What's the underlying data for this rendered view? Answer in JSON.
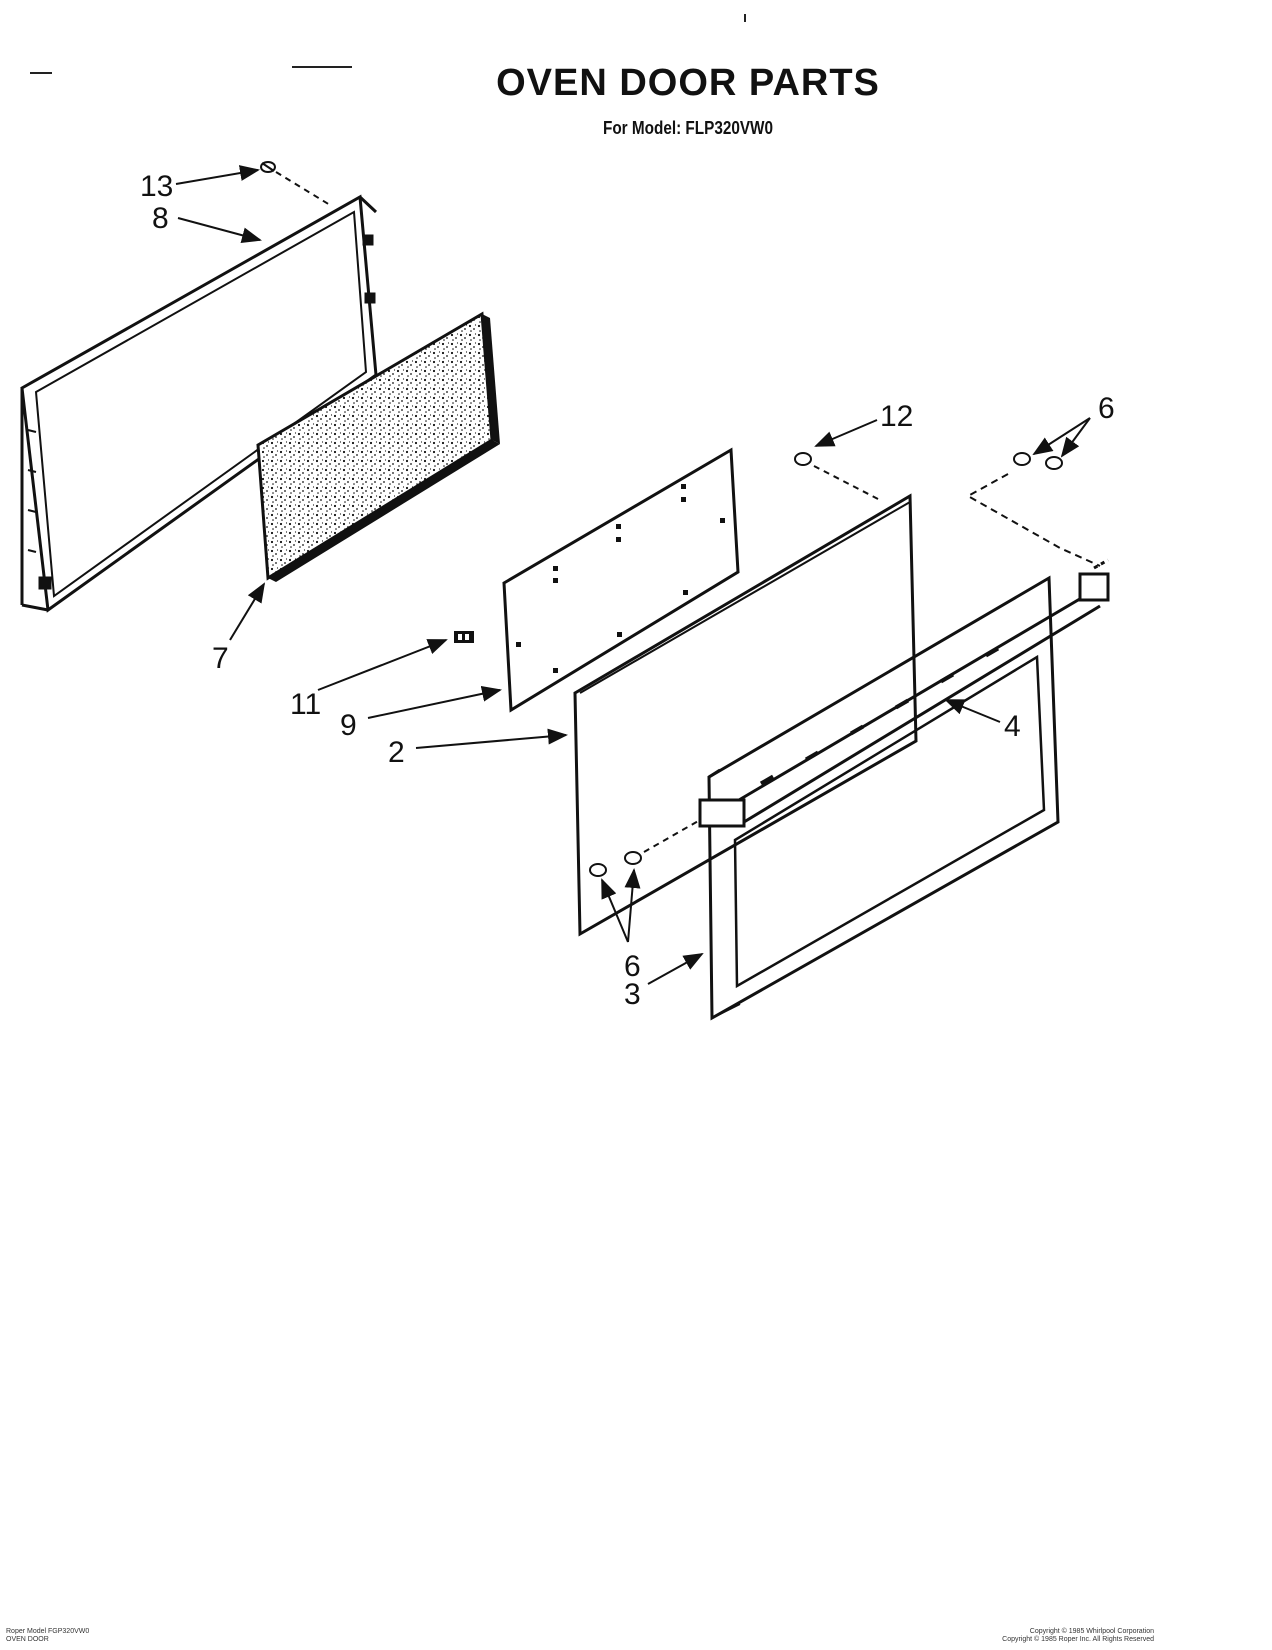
{
  "title": "OVEN DOOR PARTS",
  "subtitle": "For Model: FLP320VW0",
  "callouts": {
    "c13": "13",
    "c8": "8",
    "c7": "7",
    "c12": "12",
    "c6_top": "6",
    "c11": "11",
    "c9": "9",
    "c2": "2",
    "c4": "4",
    "c6_bottom": "6",
    "c3": "3"
  },
  "footer": {
    "left_line1": "Roper Model FGP320VW0",
    "left_line2": "OVEN DOOR",
    "right_line1": "Copyright © 1985 Whirlpool Corporation",
    "right_line2": "Copyright © 1985 Roper Inc. All Rights Reserved"
  }
}
